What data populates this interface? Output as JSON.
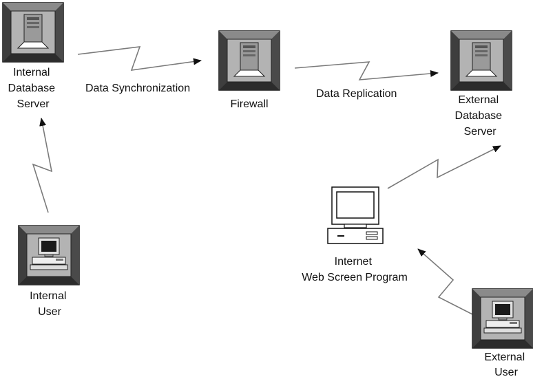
{
  "nodes": {
    "internal_db": {
      "lines": [
        "Internal",
        "Database",
        "Server"
      ]
    },
    "firewall": {
      "lines": [
        "Firewall"
      ]
    },
    "external_db": {
      "lines": [
        "External",
        "Database",
        "Server"
      ]
    },
    "internal_user": {
      "lines": [
        "Internal",
        "User"
      ]
    },
    "web_program": {
      "lines": [
        "Internet",
        "Web Screen Program"
      ]
    },
    "external_user": {
      "lines": [
        "External",
        "User"
      ]
    }
  },
  "edges": {
    "sync": {
      "label": "Data Synchronization"
    },
    "replication": {
      "label": "Data Replication"
    }
  }
}
